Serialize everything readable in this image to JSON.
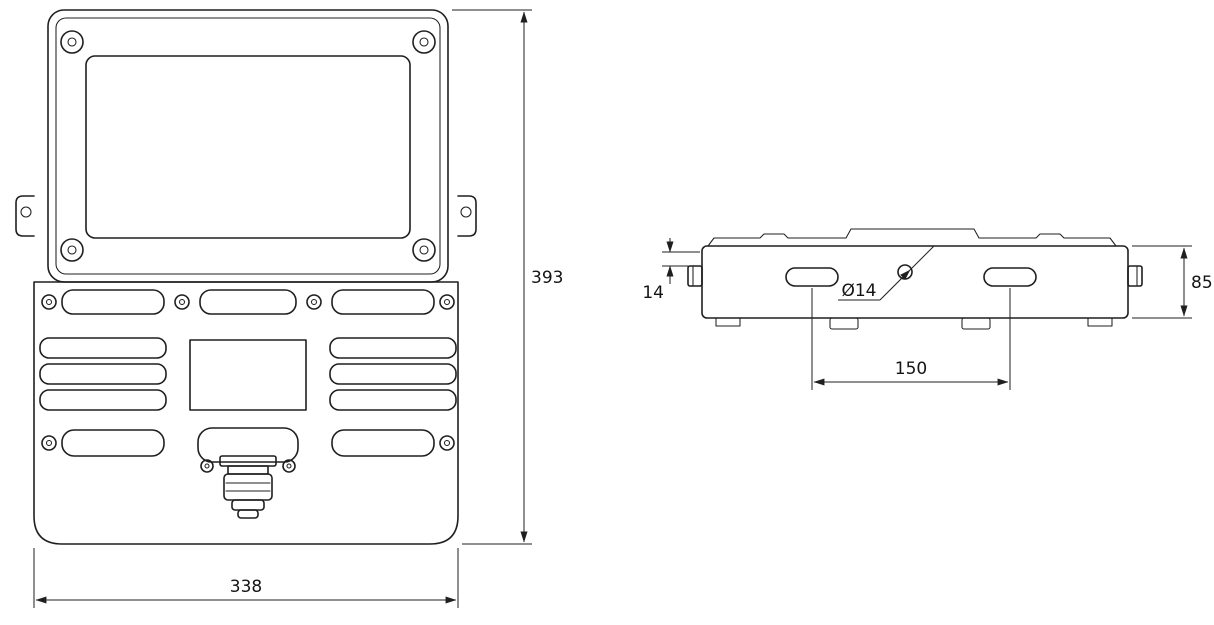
{
  "drawing": {
    "type": "technical-dimension-drawing",
    "subject": "LED floodlight, front view and side view"
  },
  "views": {
    "front": {
      "width_dim": "338",
      "height_dim": "393"
    },
    "side": {
      "tab_dim": "14",
      "hole_dim": "Ø14",
      "spacing_dim": "150",
      "height_dim": "85"
    }
  },
  "colors": {
    "line": "#1f1f1f",
    "text": "#141414",
    "background": "#ffffff"
  }
}
